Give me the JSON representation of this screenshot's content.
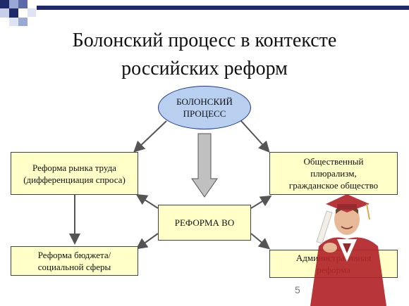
{
  "slide": {
    "title_line1": "Болонский процесс в контексте",
    "title_line2": "российских реформ",
    "page_number": "5"
  },
  "diagram": {
    "center_oval": {
      "line1": "БОЛОНСКИЙ",
      "line2": "ПРОЦЕСС"
    },
    "center_box": {
      "label": "РЕФОРМА ВО"
    },
    "top_left_box": {
      "line1": "Реформа рынка труда",
      "line2": "(дифференциация спроса)"
    },
    "top_right_box": {
      "line1": "Общественный",
      "line2": "плюрализм,",
      "line3": "гражданское общество"
    },
    "bottom_left_box": {
      "line1": "Реформа бюджета/",
      "line2": "социальной сферы"
    },
    "bottom_right_box": {
      "line1": "Административная",
      "line2": "реформа"
    }
  },
  "colors": {
    "box_fill": "#ffffc8",
    "oval_fill": "#b8cff0",
    "arrow_fill": "#c0c0c0",
    "decor_navy": "#1f2a6b"
  },
  "decor": {
    "figure": "graduate-in-red-gown-illustration"
  }
}
